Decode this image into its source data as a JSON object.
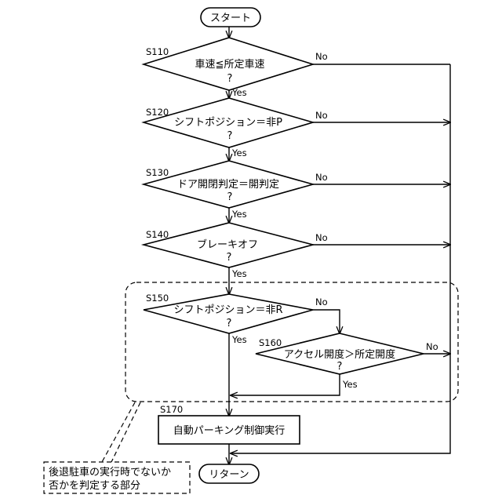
{
  "start_label": "スタート",
  "end_label": "リターン",
  "steps": {
    "s110": {
      "id": "S110",
      "text": "車速≦所定車速",
      "q": "?",
      "yes": "Yes",
      "no": "No"
    },
    "s120": {
      "id": "S120",
      "text": "シフトポジション＝非P",
      "q": "?",
      "yes": "Yes",
      "no": "No"
    },
    "s130": {
      "id": "S130",
      "text": "ドア開閉判定＝開判定",
      "q": "?",
      "yes": "Yes",
      "no": "No"
    },
    "s140": {
      "id": "S140",
      "text": "ブレーキオフ",
      "q": "?",
      "yes": "Yes",
      "no": "No"
    },
    "s150": {
      "id": "S150",
      "text": "シフトポジション＝非R",
      "q": "?",
      "yes": "Yes",
      "no": "No"
    },
    "s160": {
      "id": "S160",
      "text": "アクセル開度＞所定開度",
      "q": "?",
      "yes": "Yes",
      "no": "No"
    },
    "s170": {
      "id": "S170",
      "text": "自動パーキング制御実行"
    }
  },
  "callout": {
    "line1": "後退駐車の実行時でないか",
    "line2": "否かを判定する部分"
  }
}
